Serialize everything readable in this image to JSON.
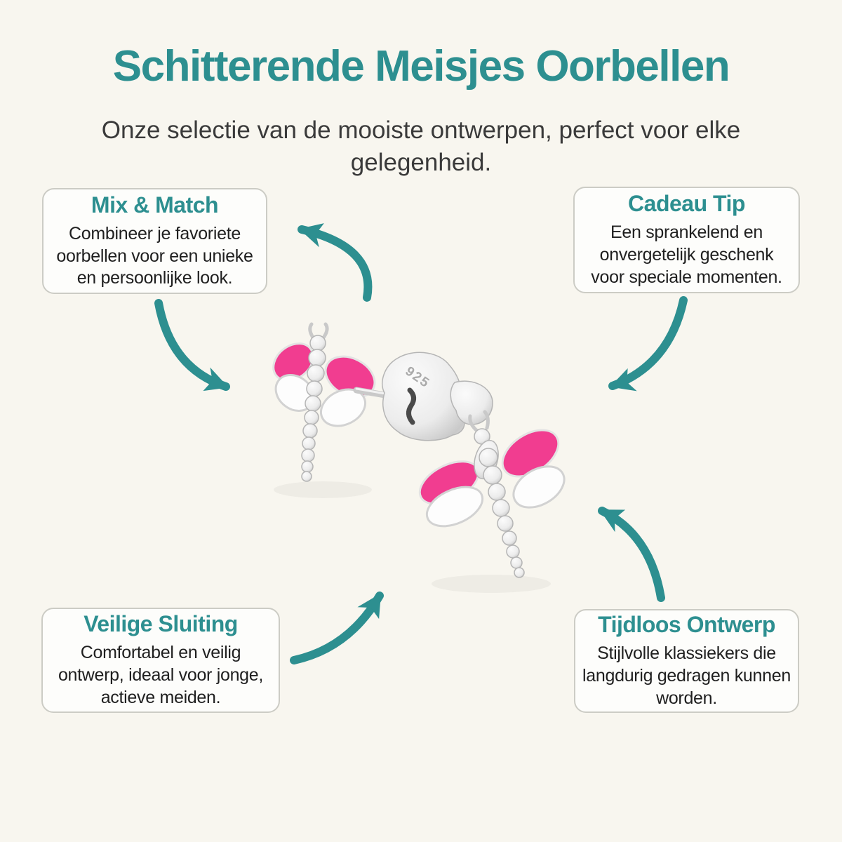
{
  "page": {
    "background": "#f8f6ef",
    "accent_teal": "#2d8f90",
    "pink": "#f13d90",
    "box_background": "#fdfdfb",
    "box_border": "#ccccc5"
  },
  "header": {
    "title": "Schitterende Meisjes Oorbellen",
    "subtitle": "Onze selectie van de mooiste ontwerpen, perfect voor elke\ngelegenheid."
  },
  "callouts": [
    {
      "title": "Mix & Match",
      "body": "Combineer je favoriete\noorbellen voor een unieke\nen persoonlijke look."
    },
    {
      "title": "Cadeau Tip",
      "body": "Een sprankelend en\nonvergetelijk geschenk\nvoor speciale momenten."
    },
    {
      "title": "Veilige Sluiting",
      "body": "Comfortabel en veilig\nontwerp, ideaal voor jonge,\nactieve meiden."
    },
    {
      "title": "Tijdloos Ontwerp",
      "body": "Stijlvolle klassiekers die\nlangdurig gedragen kunnen\nworden."
    }
  ],
  "product": {
    "hallmark": "925"
  },
  "icons": {
    "arrows": [
      "curved-arrow-to-mix-match",
      "curved-arrow-mix-match-to-earrings",
      "curved-arrow-cadeau-tip-to-earrings",
      "curved-arrow-veilige-sluiting-to-earrings",
      "curved-arrow-tijdloos-ontwerp-to-earrings"
    ]
  }
}
